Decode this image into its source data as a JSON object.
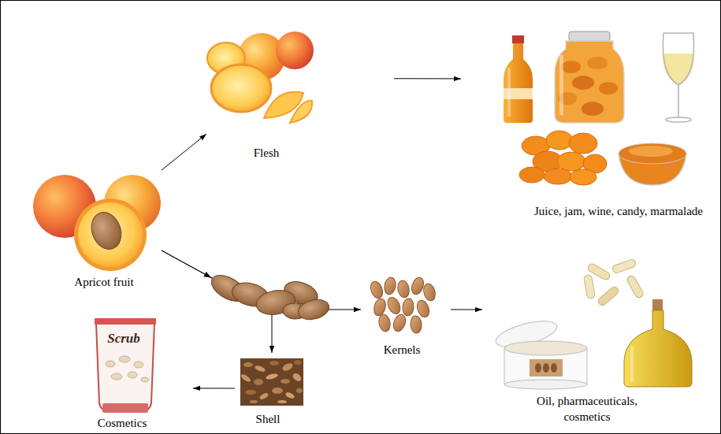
{
  "diagram": {
    "nodes": [
      {
        "text": [
          "Flesh"
        ]
      },
      {
        "text": [
          "Juice, jam, wine, candy, marmalade"
        ]
      },
      {
        "text": [
          "Apricot fruit"
        ]
      },
      {
        "text": [
          "Kernels"
        ]
      },
      {
        "text": [
          "Oil, pharmaceuticals, cosmetics"
        ]
      },
      {
        "text": [
          "Shell"
        ]
      },
      {
        "text": [
          "Scrub",
          "Cosmetics"
        ]
      }
    ],
    "edges": [
      {
        "from": 2,
        "to": 0,
        "arrow": "to"
      },
      {
        "from": 0,
        "to": 1,
        "arrow": "to"
      },
      {
        "from": 2,
        "to": 3,
        "arrow": "to"
      },
      {
        "from": 2,
        "to": 5,
        "arrow": "to"
      },
      {
        "from": 3,
        "to": 4,
        "arrow": "to"
      },
      {
        "from": 5,
        "to": 6,
        "arrow": "to"
      }
    ]
  }
}
